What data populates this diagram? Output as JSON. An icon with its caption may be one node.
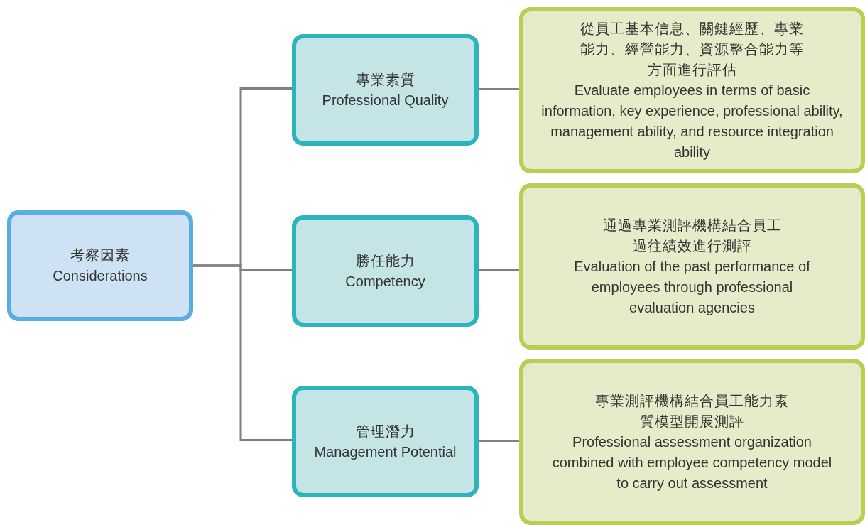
{
  "diagram": {
    "nodes": [
      {
        "text": [
          "考察因素",
          "Considerations"
        ]
      },
      {
        "text": [
          "專業素質",
          "Professional Quality"
        ]
      },
      {
        "text": [
          "勝任能力",
          "Competency"
        ]
      },
      {
        "text": [
          "管理潛力",
          "Management Potential"
        ]
      },
      {
        "text": [
          "從員工基本信息、關鍵經歷、專業能力、經營能力、資源整合能力等方面進行評估",
          "Evaluate employees in terms of basic information, key experience, professional ability, management ability, and resource integration ability"
        ]
      },
      {
        "text": [
          "通過專業測評機構結合員工過往績效進行測評",
          "Evaluation of the past performance of employees through professional evaluation agencies"
        ]
      },
      {
        "text": [
          "專業測評機構結合員工能力素質模型開展測評",
          "Professional assessment organization combined with employee competency model to carry out assessment"
        ]
      }
    ],
    "edges": [
      {
        "from": 0,
        "to": 1,
        "arrow": "none"
      },
      {
        "from": 0,
        "to": 2,
        "arrow": "none"
      },
      {
        "from": 0,
        "to": 3,
        "arrow": "none"
      },
      {
        "from": 1,
        "to": 4,
        "arrow": "none"
      },
      {
        "from": 2,
        "to": 5,
        "arrow": "none"
      },
      {
        "from": 3,
        "to": 6,
        "arrow": "none"
      }
    ]
  }
}
